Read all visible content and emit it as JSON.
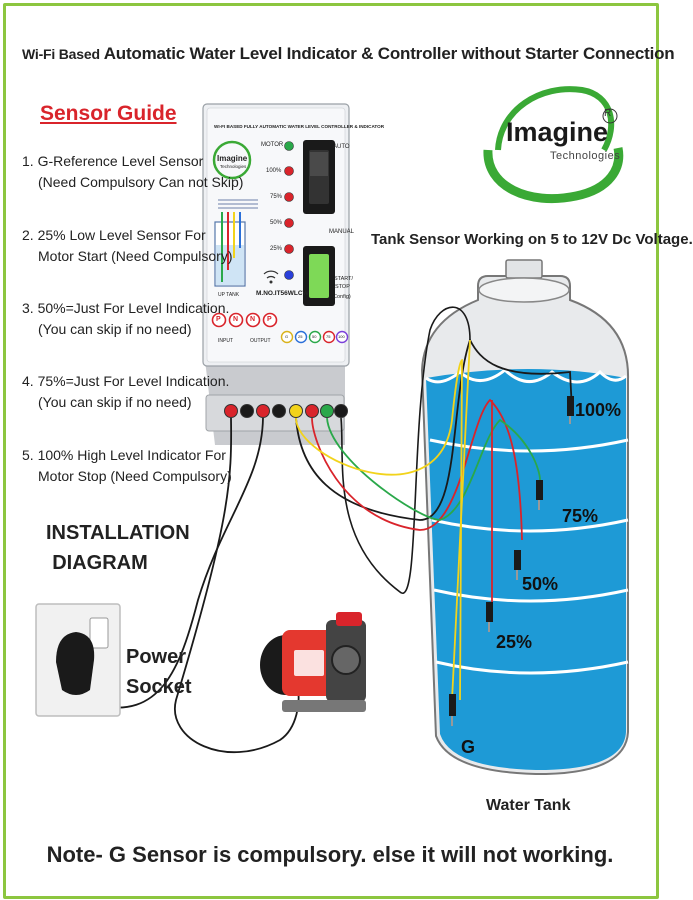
{
  "title": {
    "prefix": "Wi-Fi Based",
    "main": "Automatic Water Level Indicator & Controller without Starter Connection"
  },
  "sensor_guide": {
    "heading": "Sensor Guide",
    "items": [
      {
        "line1": "1.  G-Reference Level Sensor",
        "line2": "(Need Compulsory Can not Skip)"
      },
      {
        "line1": "2.  25% Low Level Sensor For",
        "line2": "Motor Start (Need Compulsory)"
      },
      {
        "line1": "3.  50%=Just For Level Indication.",
        "line2": "(You can skip if no need)"
      },
      {
        "line1": "4.  75%=Just For Level Indication.",
        "line2": "(You can skip if no need)"
      },
      {
        "line1": "5.  100% High Level Indicator For",
        "line2": "Motor Stop (Need Compulsory)"
      }
    ]
  },
  "installation": {
    "line1": "INSTALLATION",
    "line2": "DIAGRAM"
  },
  "logo": {
    "name": "Imagine",
    "sub": "Technologies",
    "reg": "R"
  },
  "controller": {
    "header": "WI-FI BASED FULLY AUTOMATIC WATER LEVEL CONTROLLER & INDICATOR",
    "brand": "Imagine",
    "brand_sub": "Technologies",
    "model": "M.NO.IT56WLCW",
    "up_tank": "UP TANK",
    "led_labels": [
      "MOTOR",
      "100%",
      "75%",
      "50%",
      "25%"
    ],
    "auto": "AUTO",
    "manual": "MANUAL",
    "start_stop_l1": "START/",
    "start_stop_l2": "STOP",
    "start_stop_l3": "Config)",
    "terminals": [
      "P",
      "N",
      "N",
      "P"
    ],
    "sensor_terminals": [
      "G",
      "25",
      "50",
      "75",
      "100"
    ],
    "input": "INPUT",
    "output": "OUTPUT"
  },
  "tank": {
    "voltage_note": "Tank Sensor Working on 5 to 12V Dc Voltage.",
    "label": "Water Tank",
    "levels": [
      "100%",
      "75%",
      "50%",
      "25%",
      "G"
    ]
  },
  "socket": {
    "line1": "Power",
    "line2": "Socket"
  },
  "note": "Note- G Sensor is compulsory. else it will not working.",
  "colors": {
    "frame": "#8cc63f",
    "heading_red": "#d9242b",
    "water": "#1e9ad6",
    "wire_red": "#d9242b",
    "wire_green": "#2aa84a",
    "wire_yellow": "#f2d31b",
    "wire_black": "#1a1a1a",
    "logo_green": "#3aa935"
  }
}
